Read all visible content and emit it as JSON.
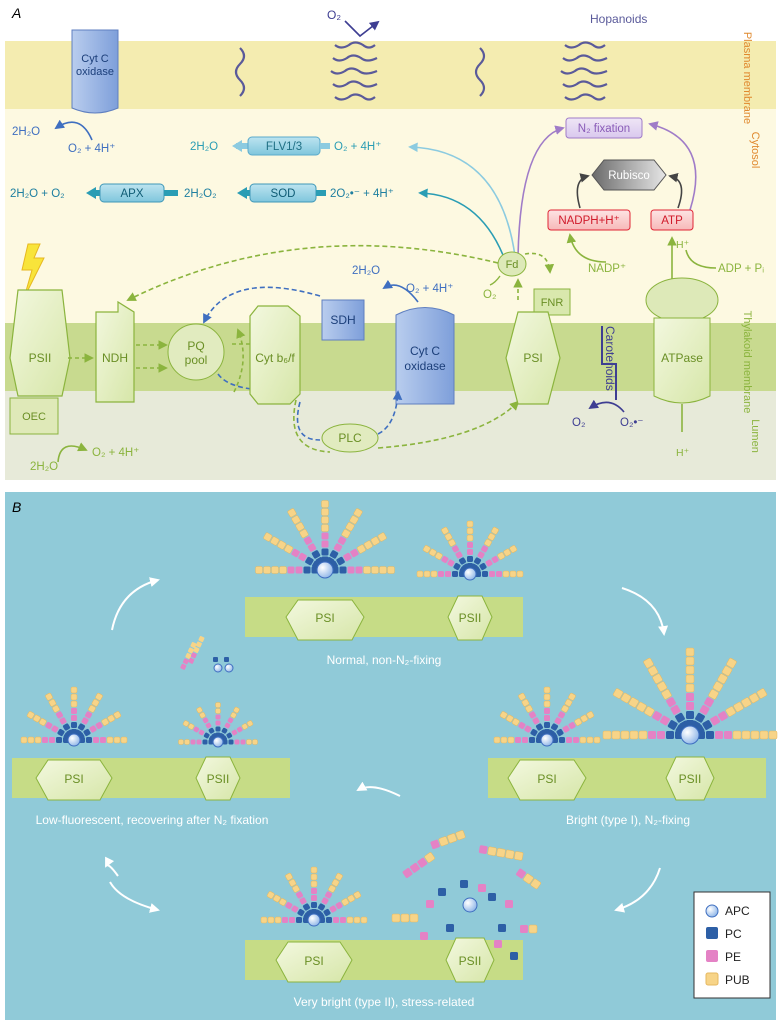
{
  "panelA": {
    "label": "A",
    "zones": {
      "plasma": "Plasma membrane",
      "cytosol": "Cytosol",
      "thylakoid": "Thylakoid membrane",
      "lumen": "Lumen"
    },
    "hopanoids": "Hopanoids",
    "o2_top": "O₂",
    "cytc_top": [
      "Cyt C",
      "oxidase"
    ],
    "cytc_top_left": "2H₂O",
    "cytc_top_right": "O₂ + 4H⁺",
    "flv_left": "2H₂O",
    "flv_box": "FLV1/3",
    "flv_right": "O₂ + 4H⁺",
    "apx_left": "2H₂O + O₂",
    "apx_box": "APX",
    "apx_mid": "2H₂O₂",
    "sod_box": "SOD",
    "sod_right": "2O₂•⁻ + 4H⁺",
    "n2_fixation": "N₂ fixation",
    "rubisco": "Rubisco",
    "nadph": "NADPH+H⁺",
    "atp": "ATP",
    "h_plus_top": "H⁺",
    "adp": "ADP + Pᵢ",
    "nadp": "NADP⁺",
    "fd": "Fd",
    "o2_fd": "O₂",
    "fnr": "FNR",
    "sdh": "SDH",
    "sdh_2h2o": "2H₂O",
    "sdh_o2": "O₂ + 4H⁺",
    "cytc_thy": [
      "Cyt C",
      "oxidase"
    ],
    "psii": "PSII",
    "ndh": "NDH",
    "pq": [
      "PQ",
      "pool"
    ],
    "cytb6f": "Cyt b₆/f",
    "psi": "PSI",
    "carotenoids": "Carotenoids",
    "atpase": "ATPase",
    "oec": "OEC",
    "plc": "PLC",
    "lumen_2h2o": "2H₂O",
    "lumen_o2": "O₂ + 4H⁺",
    "carot_o2": "O₂",
    "carot_o2r": "O₂•⁻",
    "h_plus_bottom": "H⁺"
  },
  "panelB": {
    "label": "B",
    "psi": "PSI",
    "psii": "PSII",
    "states": {
      "normal": "Normal, non-N₂-fixing",
      "low": "Low-fluorescent, recovering after N₂ fixation",
      "bright1": "Bright (type I), N₂-fixing",
      "bright2": "Very bright (type II), stress-related"
    },
    "legend": [
      "APC",
      "PC",
      "PE",
      "PUB"
    ]
  },
  "colors": {
    "plasma": "#f4ecb0",
    "cytosol": "#fdf9e1",
    "thylakoid": "#c8da8f",
    "lumen": "#e7ead9",
    "green": "#8bb43e",
    "teal": "#2a9db4",
    "navy": "#3e3e92",
    "purple": "#a07cc8",
    "red": "#e02535",
    "blue": "#3f6fc0",
    "panelB_bg": "#90cad8",
    "apc": "#aecdf0",
    "pc": "#2d5fa6",
    "pe": "#e482c5",
    "pub": "#f7d488"
  }
}
